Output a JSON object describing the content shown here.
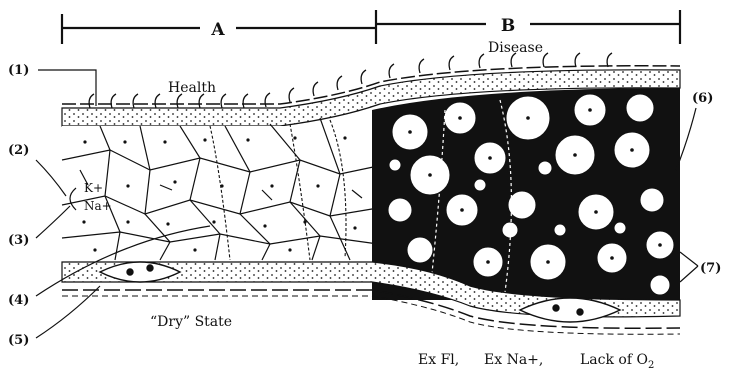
{
  "sections": {
    "a": "A",
    "b": "B"
  },
  "states": {
    "health": "Health",
    "disease": "Disease",
    "dry": "“Dry” State"
  },
  "callouts": [
    "(1)",
    "(2)",
    "(3)",
    "(4)",
    "(5)",
    "(6)",
    "(7)"
  ],
  "ions": {
    "k": "K+",
    "na": "Na+"
  },
  "footer": {
    "ex_fl": "Ex Fl,",
    "ex_na": "Ex Na+,",
    "lack": "Lack of O",
    "sub": "2"
  }
}
